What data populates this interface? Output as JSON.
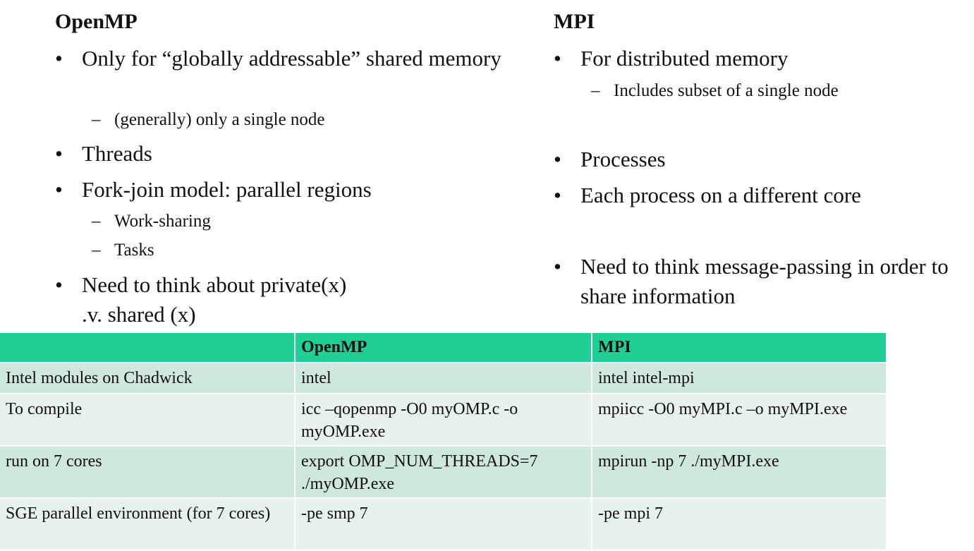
{
  "left": {
    "title": "OpenMP",
    "bullets": [
      {
        "text": "Only for “globally addressable” shared memory"
      },
      {
        "sub": "(generally) only a single node"
      },
      {
        "text": "Threads"
      },
      {
        "text": "Fork-join model: parallel regions"
      },
      {
        "sub": "Work-sharing"
      },
      {
        "sub": "Tasks"
      },
      {
        "text": "Need to think about private(x) .v. shared (x)"
      }
    ]
  },
  "right": {
    "title": "MPI",
    "bullets": [
      {
        "text": "For distributed memory"
      },
      {
        "sub": "Includes subset of a single node"
      },
      {
        "text": "Processes"
      },
      {
        "text": "Each process on a different core"
      },
      {
        "text": "Need to think message-passing in order to share information"
      }
    ]
  },
  "table": {
    "headers": [
      "",
      "OpenMP",
      "MPI"
    ],
    "rows": [
      [
        "Intel modules on Chadwick",
        "intel",
        "intel  intel-mpi"
      ],
      [
        "To compile",
        "icc –qopenmp -O0 myOMP.c -o myOMP.exe",
        "mpiicc -O0 myMPI.c –o myMPI.exe"
      ],
      [
        "run on 7 cores",
        "export OMP_NUM_THREADS=7 ./myOMP.exe",
        "mpirun -np 7 ./myMPI.exe"
      ],
      [
        "SGE parallel environment (for 7 cores)",
        "-pe smp 7",
        "-pe mpi 7"
      ]
    ]
  },
  "colors": {
    "header_bg": "#1fcf95",
    "row_odd_bg": "#cfe8dc",
    "row_even_bg": "#e7f2ec"
  }
}
